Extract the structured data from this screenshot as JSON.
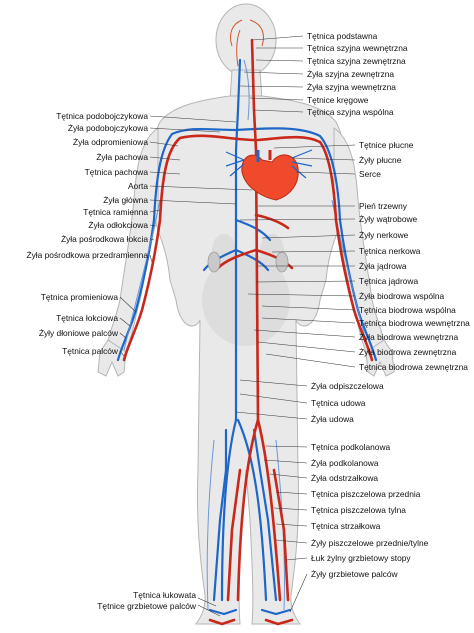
{
  "colors": {
    "artery": "#c9281b",
    "vein": "#1f66c9",
    "body_fill": "#e9e9e9",
    "body_outline": "#b5b5b5",
    "heart": "#ef4a2c",
    "leader": "#333333",
    "background": "#ffffff"
  },
  "labels_right": [
    "Tętnica podstawna",
    "Tętnica szyjna wewnętrzna",
    "Tętnica szyjna zewnętrzna",
    "Żyła szyjna zewnętrzna",
    "Żyła szyjna wewnętrzna",
    "Tętnice kręgowe",
    "Tętnica szyjna wspólna",
    "Tętnice płucne",
    "Żyły płucne",
    "Serce",
    "Pień trzewny",
    "Żyły wątrobowe",
    "Żyły nerkowe",
    "Tętnica nerkowa",
    "Żyła jądrowa",
    "Tętnica jądrowa",
    "Żyła biodrowa wspólna",
    "Tętnica biodrowa wspólna",
    "Tętnica biodrowa wewnętrzna",
    "Żyła biodrowa wewnętrzna",
    "Żyła biodrowa zewnętrzna",
    "Tętnica biodrowa zewnętrzna",
    "Żyła odpiszczelowa",
    "Tętnica udowa",
    "Żyła udowa",
    "Tętnica podkolanowa",
    "Żyła podkolanowa",
    "Żyła odstrzałkowa",
    "Tętnica piszczelowa przednia",
    "Tętnica piszczelowa tylna",
    "Tętnica strzałkowa",
    "Żyły piszczelowe przednie/tylne",
    "Łuk żylny grzbietowy stopy",
    "Żyły grzbietowe palców"
  ],
  "labels_left": [
    "Tętnica podobojczykowa",
    "Żyła podobojczykowa",
    "Żyła odpromieniowa",
    "Żyła pachowa",
    "Tętnica pachowa",
    "Aorta",
    "Żyła główna",
    "Tętnica ramienna",
    "Żyła odłokciowa",
    "Żyła pośrodkowa łokcia",
    "Żyła pośrodkowa przedramienna",
    "Tętnica promieniowa",
    "Tętnica łokciowa",
    "Żyły dłoniowe palców",
    "Tętnica palców",
    "Tętnica łukowata",
    "Tętnice grzbietowe palców"
  ]
}
